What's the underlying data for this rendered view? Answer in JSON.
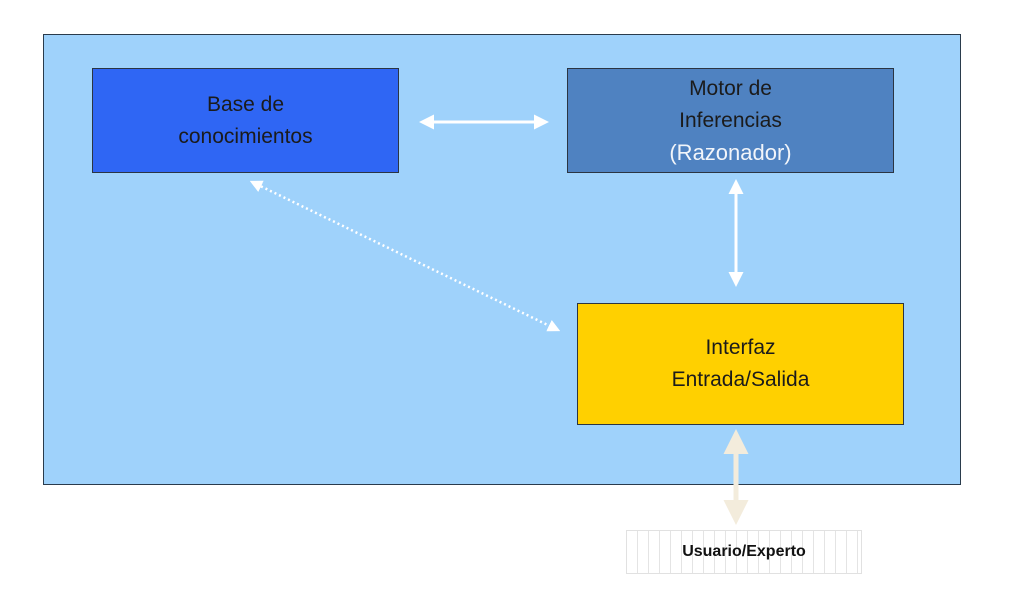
{
  "nodes": {
    "knowledge_base": {
      "line1": "Base de",
      "line2": "conocimientos"
    },
    "inference_engine": {
      "line1": "Motor de",
      "line2": "Inferencias",
      "line3": "(Razonador)"
    },
    "interface": {
      "line1": "Interfaz",
      "line2": "Entrada/Salida"
    }
  },
  "user_label": "Usuario/Experto",
  "colors": {
    "panel": "#9fd2fb",
    "knowledge_base": "#2f66f4",
    "inference_engine": "#4f82c1",
    "interface": "#ffd000",
    "arrows": "#ffffff"
  }
}
